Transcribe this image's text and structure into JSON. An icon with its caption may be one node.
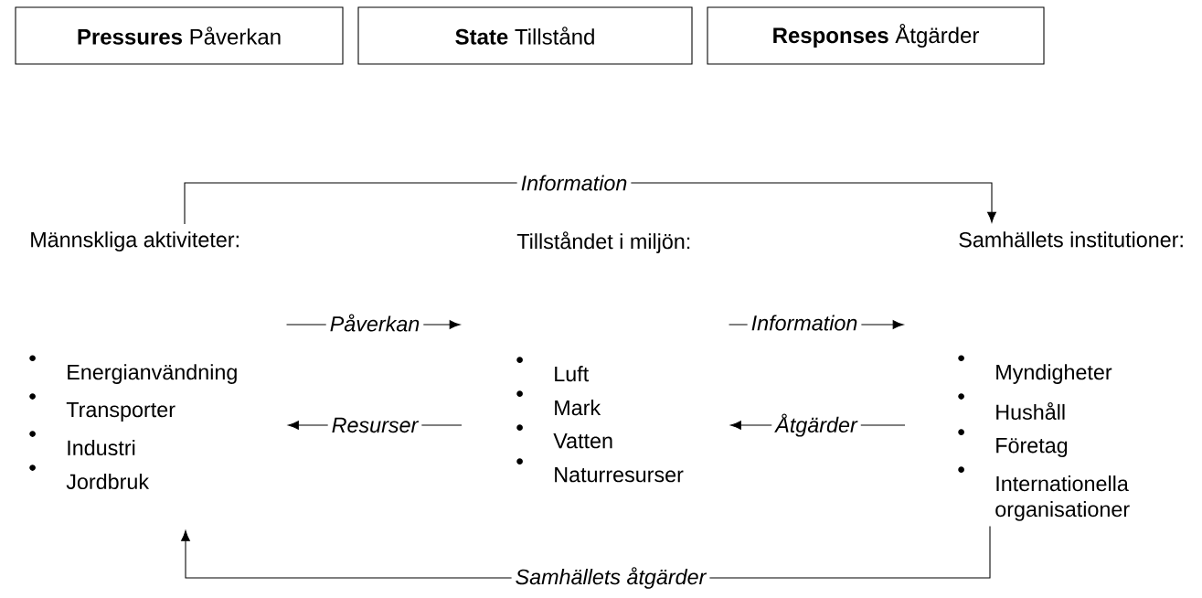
{
  "diagram": {
    "nodes": [
      {
        "text": [
          "**Pressures** Påverkan"
        ]
      },
      {
        "text": [
          "**State** Tillstånd"
        ]
      },
      {
        "text": [
          "**Responses** Åtgärder"
        ]
      },
      {
        "text": [
          "Männskliga aktiviteter:",
          "Energianvändning",
          "Transporter",
          "Industri",
          "Jordbruk"
        ]
      },
      {
        "text": [
          "Tillståndet i miljön:",
          "Luft",
          "Mark",
          "Vatten",
          "Naturresurser"
        ]
      },
      {
        "text": [
          "Samhällets institutioner:",
          "Myndigheter",
          "Hushåll",
          "Företag",
          "Internationella organisationer"
        ]
      }
    ],
    "edges": [
      {
        "from": 3,
        "to": 5,
        "arrow": "to",
        "label": "Information"
      },
      {
        "from": 3,
        "to": 4,
        "arrow": "to",
        "label": "Påverkan"
      },
      {
        "from": 4,
        "to": 3,
        "arrow": "to",
        "label": "Resurser"
      },
      {
        "from": 4,
        "to": 5,
        "arrow": "to",
        "label": "Information"
      },
      {
        "from": 5,
        "to": 4,
        "arrow": "to",
        "label": "Åtgärder"
      },
      {
        "from": 5,
        "to": 3,
        "arrow": "to",
        "label": "Samhällets åtgärder"
      }
    ]
  }
}
